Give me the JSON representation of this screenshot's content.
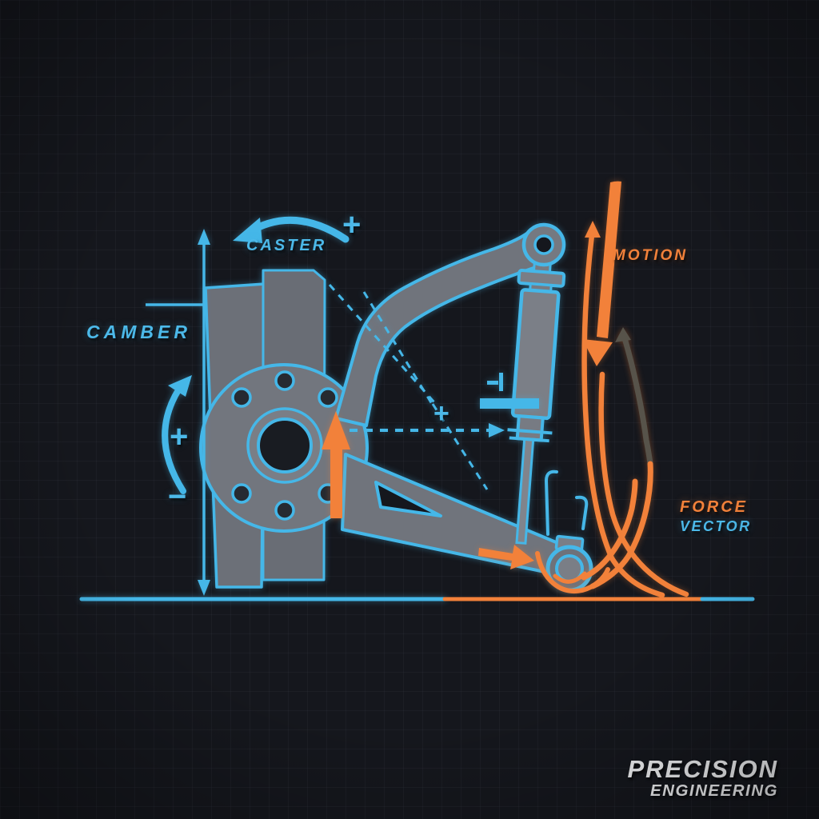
{
  "diagram": {
    "title_context": "suspension-geometry-diagram",
    "labels": {
      "camber": "CAMBER",
      "caster": "CASTER",
      "motion": "MOTION",
      "force": "FORCE",
      "vector": "VECTOR"
    },
    "symbols": {
      "caster_plus": "+",
      "camber_plus": "+",
      "camber_minus": "−",
      "axis_plus": "+"
    },
    "logo": {
      "line1": "PRECISION",
      "line2": "ENGINEERING"
    },
    "colors": {
      "background": "#15171d",
      "grid_line": "#262a33",
      "cyan_accent": "#4cb9e9",
      "orange_accent": "#f2813a",
      "metal_gray": "#72767e",
      "dark_gray_curve": "#57534a",
      "logo_white": "#f2f3f5"
    }
  }
}
